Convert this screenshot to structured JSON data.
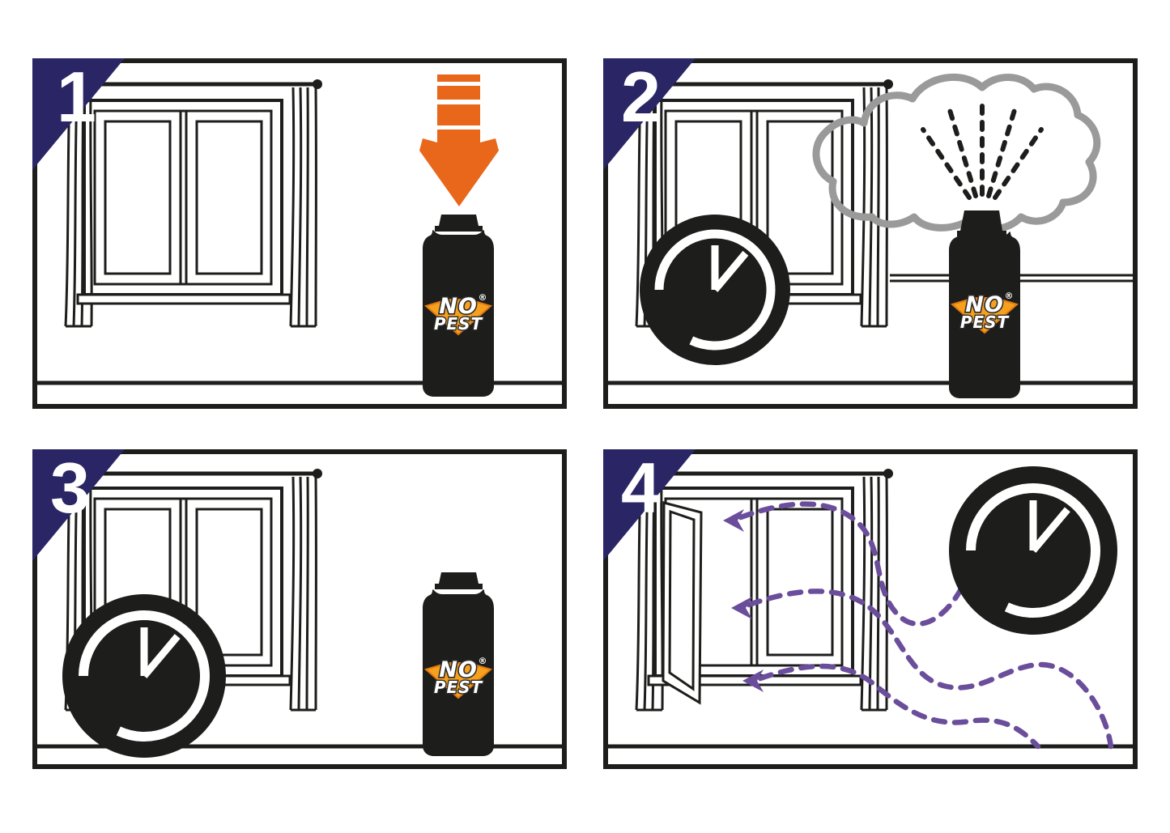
{
  "product": {
    "name_line1": "NO",
    "name_line2": "PEST",
    "registered_mark": "®"
  },
  "panels": [
    {
      "step": "1",
      "icons": [
        "step-badge",
        "closed-window",
        "curtains",
        "press-down-arrow",
        "removed-cap",
        "fogger-can",
        "floor-line"
      ]
    },
    {
      "step": "2",
      "icons": [
        "step-badge",
        "closed-window",
        "curtains",
        "clock",
        "fog-cloud",
        "spray-jets",
        "fogger-can",
        "floor-line"
      ]
    },
    {
      "step": "3",
      "icons": [
        "step-badge",
        "closed-window",
        "curtains",
        "clock",
        "capped-fogger-can",
        "floor-line"
      ]
    },
    {
      "step": "4",
      "icons": [
        "step-badge",
        "open-window",
        "curtains",
        "airflow-arrows",
        "clock",
        "floor-line"
      ]
    }
  ],
  "colors": {
    "outline_black": "#1d1d1b",
    "badge_navy": "#2a2564",
    "arrow_orange": "#e8671b",
    "logo_gold": "#f6a01e",
    "airflow_purple": "#6b4e9b",
    "cloud_gray": "#9a9a9a",
    "background": "#ffffff"
  }
}
